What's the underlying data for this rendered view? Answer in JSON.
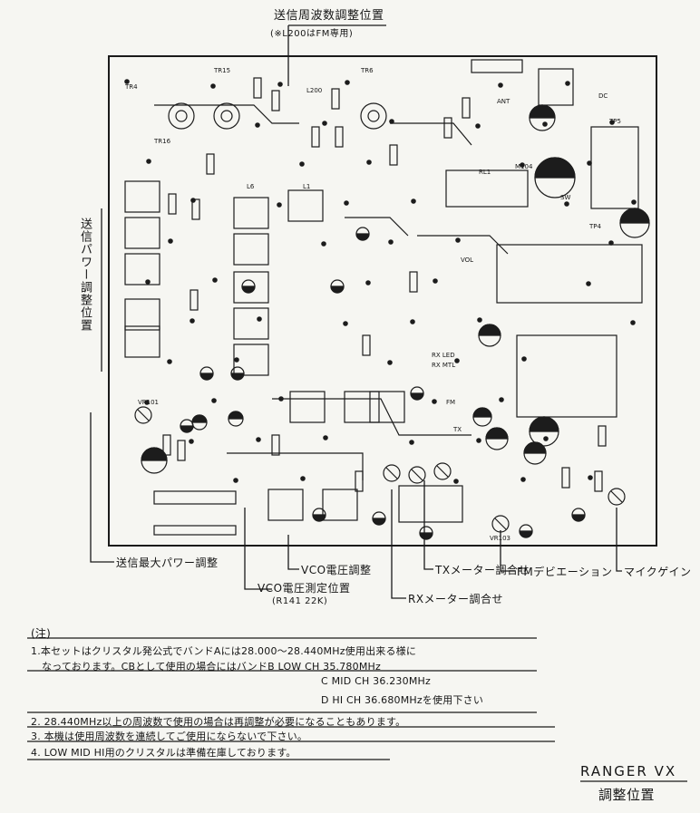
{
  "callouts": {
    "top": "送信周波数調整位置",
    "top_note": "(※L200はFM専用)",
    "left_vertical": "送信パワー調整位置",
    "max_power": "送信最大パワー調整",
    "vco_adj": "VCO電圧調整",
    "vco_check": "VCO電圧測定位置",
    "vco_check_note": "(R141 22K)",
    "rx_meter": "RXメーター調合せ",
    "tx_meter": "TXメーター調合せ",
    "fm_deviation": "FMデビエーション",
    "mic_gain": "マイクゲイン"
  },
  "notes": {
    "header": "(注)",
    "lines": [
      "1.本セットはクリスタル発公式でバンドAには28.000〜28.440MHz使用出来る様に",
      "なっております。CBとして使用の場合にはバンドB LOW CH 35.780MHz",
      "C MID CH 36.230MHz",
      "D HI CH 36.680MHzを使用下さい",
      "2. 28.440MHz以上の周波数で使用の場合は再調整が必要になることもあります。",
      "3. 本機は使用周波数を連続してご使用にならないで下さい。",
      "4. LOW MID HI用のクリスタルは準備在庫しております。"
    ]
  },
  "title": {
    "model": "RANGER VX",
    "subtitle": "調整位置"
  },
  "board": {
    "labels": [
      "ANT",
      "DC",
      "RL1",
      "M104",
      "VOL",
      "FM",
      "RX LED",
      "RX MTL",
      "TX",
      "SW",
      "TP5",
      "TP4",
      "L200",
      "L6",
      "L1",
      "TR16",
      "TR4",
      "TR15",
      "TR6",
      "VR101",
      "VR103"
    ]
  }
}
